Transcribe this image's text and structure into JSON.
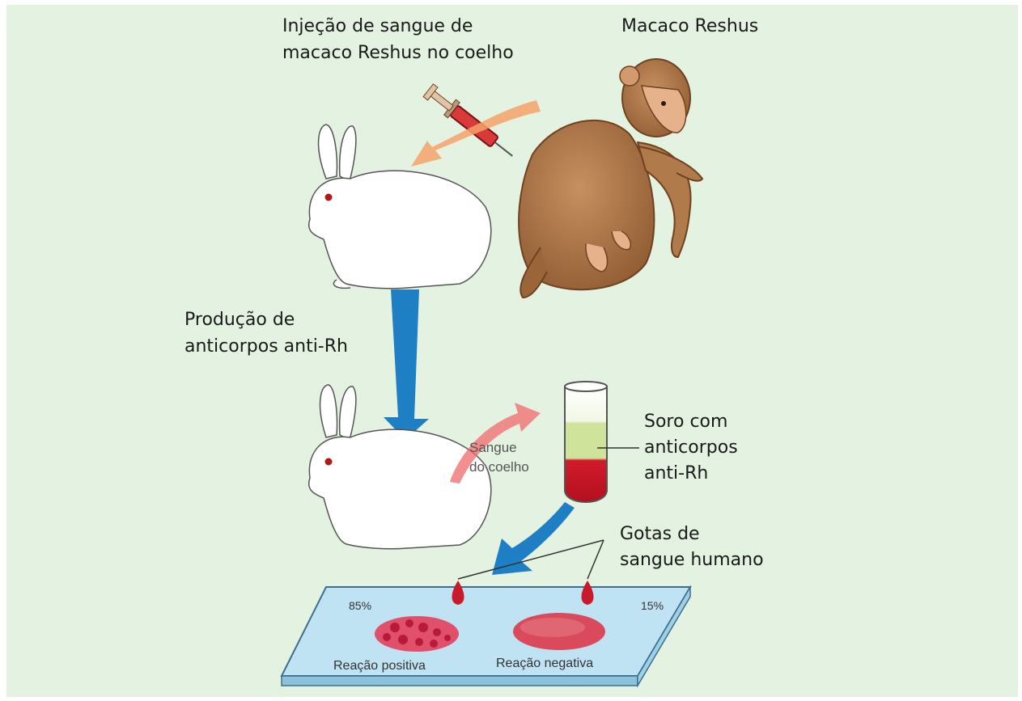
{
  "labels": {
    "injection_line1": "Injeção de sangue de",
    "injection_line2": "macaco Reshus no coelho",
    "monkey": "Macaco Reshus",
    "production_line1": "Produção de",
    "production_line2": "anticorpos anti-Rh",
    "rabbit_blood_line1": "Sangue",
    "rabbit_blood_line2": "do coelho",
    "serum_line1": "Soro com",
    "serum_line2": "anticorpos",
    "serum_line3": "anti-Rh",
    "drops_line1": "Gotas de",
    "drops_line2": "sangue humano"
  },
  "slide": {
    "left_percent": "85%",
    "right_percent": "15%",
    "left_reaction": "Reação positiva",
    "right_reaction": "Reação negativa"
  },
  "colors": {
    "background": "#e4f3e1",
    "blue_arrow": "#1f7fc4",
    "orange_arrow": "#f5a26a",
    "red_arrow": "#f06a6a",
    "blood": "#c81a2a",
    "serum": "#d7e6a0",
    "slide": "#bfe3f2",
    "monkey_fur": "#b07a4a"
  }
}
